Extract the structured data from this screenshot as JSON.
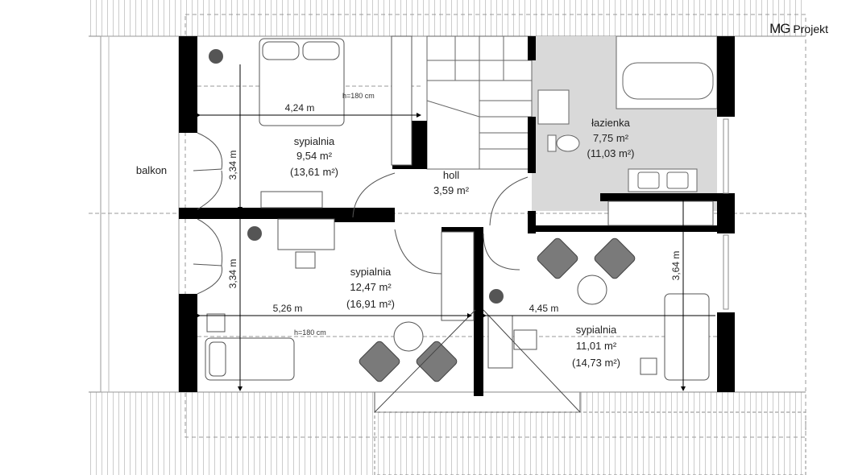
{
  "logo": {
    "mark": "MG",
    "text": "Projekt"
  },
  "colors": {
    "wall": "#000000",
    "bathroom": "#d9d9d9",
    "furniture": "#7a7a7a"
  },
  "rooms": [
    {
      "name": "sypialnia",
      "area": "9,54 m²",
      "area_total": "(13,61 m²)"
    },
    {
      "name": "balkon"
    },
    {
      "name": "holl",
      "area": "3,59 m²"
    },
    {
      "name": "łazienka",
      "area": "7,75 m²",
      "area_total": "(11,03 m²)"
    },
    {
      "name": "sypialnia",
      "area": "12,47 m²",
      "area_total": "(16,91 m²)"
    },
    {
      "name": "sypialnia",
      "area": "11,01 m²",
      "area_total": "(14,73 m²)"
    }
  ],
  "dimensions": {
    "top_width": "4,24 m",
    "top_height_line": "h=180 cm",
    "top_depth": "3,34 m",
    "bottom_depth": "3,34 m",
    "bottom_width": "5,26 m",
    "bottom_height_line": "h=180 cm",
    "right_width": "4,45 m",
    "right_depth": "3,64 m"
  }
}
